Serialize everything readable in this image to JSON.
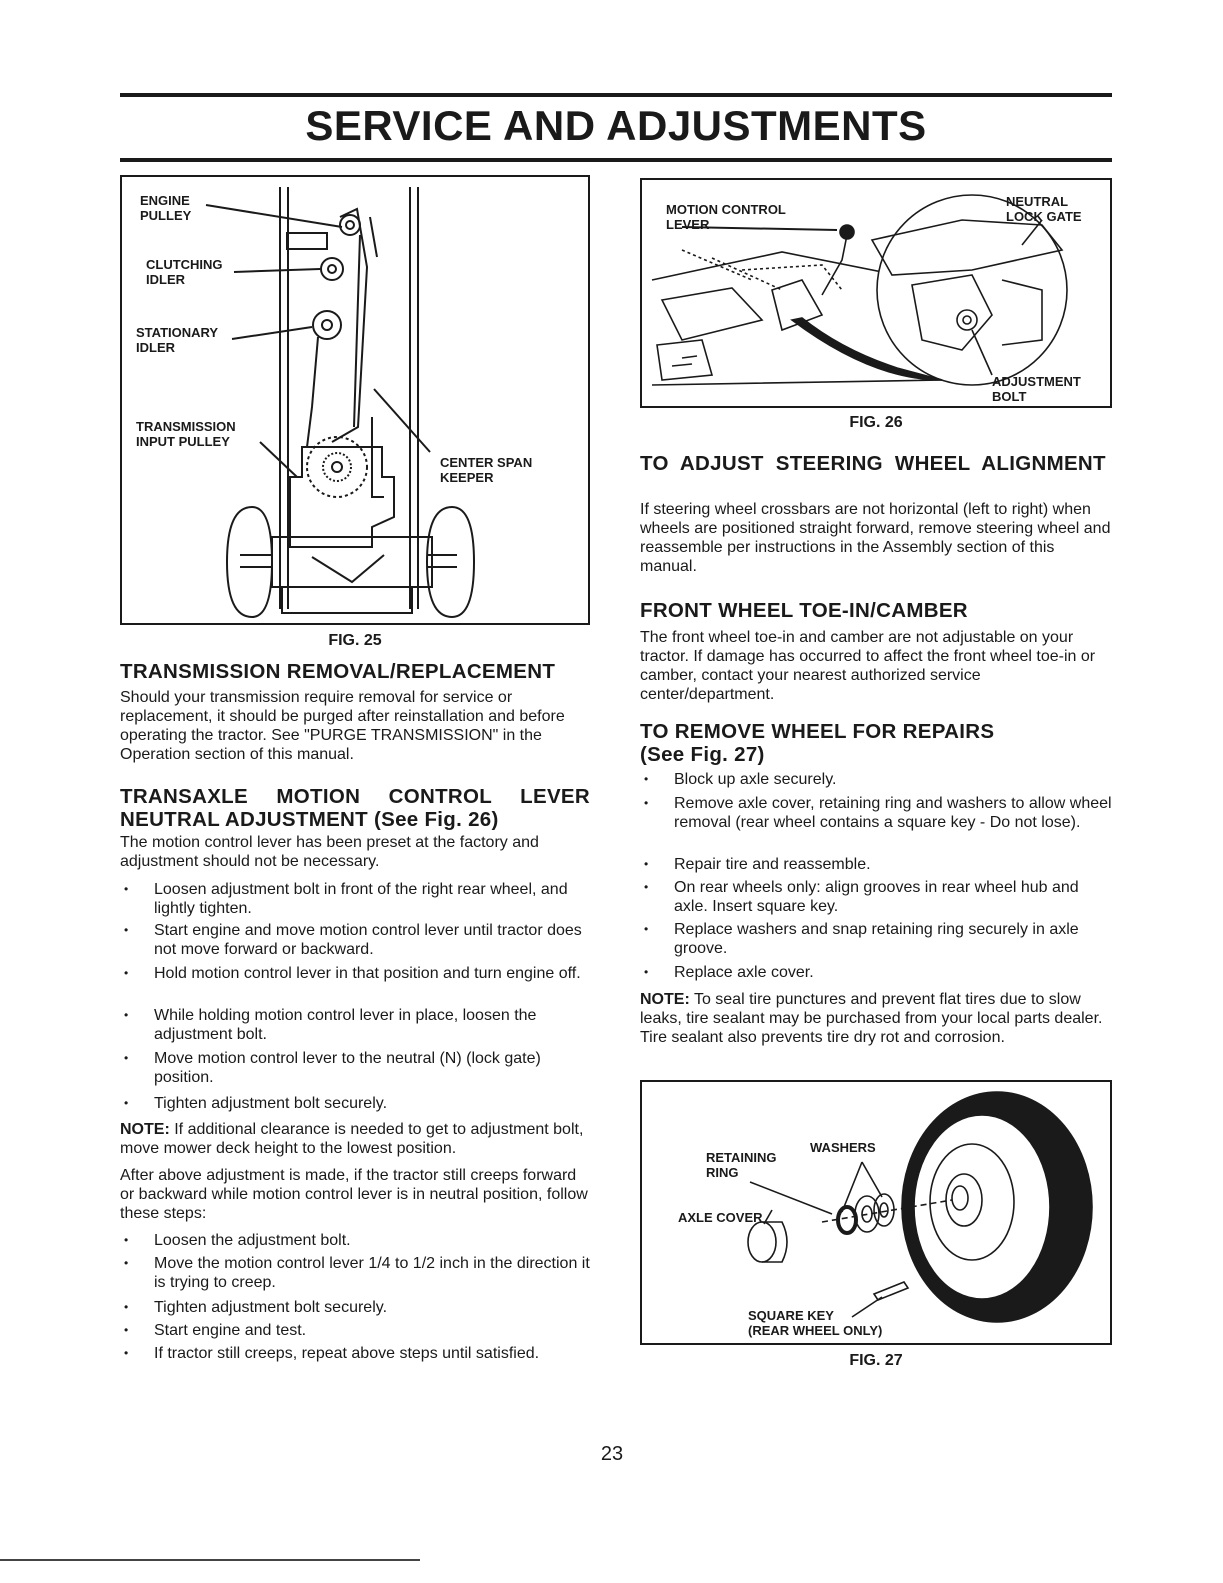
{
  "header": {
    "title": "SERVICE AND ADJUSTMENTS"
  },
  "fig25": {
    "caption": "FIG. 25",
    "labels": {
      "engine_pulley": "ENGINE\nPULLEY",
      "clutching_idler": "CLUTCHING\nIDLER",
      "stationary_idler": "STATIONARY\nIDLER",
      "transmission_input_pulley": "TRANSMISSION\nINPUT PULLEY",
      "center_span_keeper": "CENTER SPAN\nKEEPER"
    }
  },
  "fig26": {
    "caption": "FIG. 26",
    "labels": {
      "motion_control_lever": "MOTION CONTROL\nLEVER",
      "neutral_lock_gate": "NEUTRAL\nLOCK GATE",
      "adjustment_bolt": "ADJUSTMENT\nBOLT"
    }
  },
  "fig27": {
    "caption": "FIG. 27",
    "labels": {
      "washers": "WASHERS",
      "retaining_ring": "RETAINING\nRING",
      "axle_cover": "AXLE COVER",
      "square_key": "SQUARE KEY\n(REAR WHEEL ONLY)"
    }
  },
  "left": {
    "transmission": {
      "heading": "TRANSMISSION REMOVAL/REPLACEMENT",
      "body": "Should your transmission require removal for service or replacement, it should be purged after reinstallation and before operating the tractor. See \"PURGE TRANSMISSION\" in the Operation section of this manual."
    },
    "transaxle": {
      "heading": "TRANSAXLE MOTION CONTROL LEVER NEUTRAL ADJUSTMENT (See Fig. 26)",
      "intro": "The motion control lever has been preset at the factory and adjustment should not be necessary.",
      "steps": [
        "Loosen adjustment bolt in front of the right rear wheel, and lightly tighten.",
        "Start engine and move motion control lever until tractor does not move forward or backward.",
        "Hold motion control lever in that position and turn engine off.",
        "While holding motion control lever in place, loosen the adjustment bolt.",
        "Move motion control lever to the neutral (N) (lock gate) position.",
        "Tighten adjustment bolt securely."
      ],
      "note_label": "NOTE:",
      "note_text": "If additional clearance is needed to get to adjustment bolt, move mower deck height to the lowest position.",
      "after": "After above adjustment is made, if the tractor still creeps forward or backward while motion control lever is in neutral position, follow these steps:",
      "steps2": [
        "Loosen the adjustment bolt.",
        "Move the motion control lever 1/4  to 1/2 inch in the direction it is trying to creep.",
        "Tighten adjustment bolt securely.",
        "Start engine and test.",
        "If tractor still creeps, repeat above steps until satisfied."
      ]
    }
  },
  "right": {
    "steering": {
      "heading": "TO ADJUST STEERING WHEEL ALIGNMENT",
      "body": "If steering wheel crossbars are not horizontal (left to right) when wheels are positioned straight forward, remove steering wheel and reassemble per instructions in the Assembly section of this manual."
    },
    "toe": {
      "heading": "FRONT WHEEL TOE-IN/CAMBER",
      "body": "The front wheel toe-in and camber are not adjustable on your tractor. If damage has occurred to affect the front wheel toe-in or camber, contact your nearest authorized service center/department."
    },
    "remove": {
      "heading": "TO REMOVE WHEEL FOR REPAIRS",
      "subheading": "(See Fig. 27)",
      "steps": [
        "Block up axle securely.",
        "Remove axle cover, retaining ring and washers to allow wheel removal (rear wheel contains a square key - Do not lose).",
        "Repair tire and reassemble.",
        "On rear wheels only: align grooves in rear wheel hub and axle. Insert square key.",
        "Replace washers and snap retaining ring securely in axle groove.",
        "Replace axle cover."
      ],
      "note_label": "NOTE:",
      "note_text": "To seal tire punctures and prevent flat tires due to slow leaks, tire sealant may be purchased from your local parts dealer. Tire sealant also prevents tire dry rot and corrosion."
    }
  },
  "footer": {
    "page_number": "23"
  }
}
